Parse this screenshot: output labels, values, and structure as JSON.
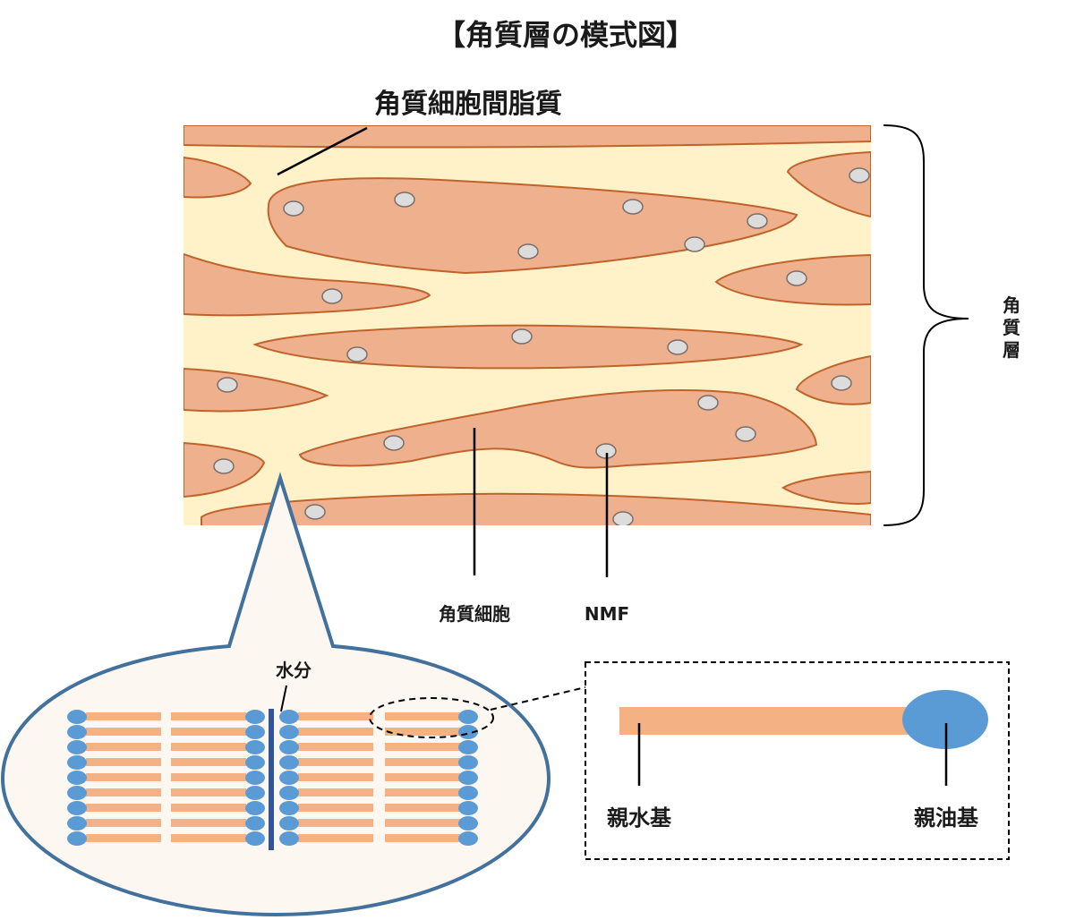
{
  "title": "【角質層の模式図】",
  "labels": {
    "lipid": "角質細胞間脂質",
    "layer": "角質層",
    "cell": "角質細胞",
    "nmf": "NMF",
    "water": "水分",
    "hydrophilic": "親水基",
    "lipophilic": "親油基"
  },
  "colors": {
    "lipid_bg": "#fff1c8",
    "cell_fill": "#efb08e",
    "cell_stroke": "#c0632a",
    "nmf_fill": "#dcdcdc",
    "tail": "#f4b183",
    "head": "#5b9bd5",
    "water_line": "#2f5597",
    "bubble_stroke": "#41719c",
    "bubble_fill": "#fdf7f2"
  }
}
